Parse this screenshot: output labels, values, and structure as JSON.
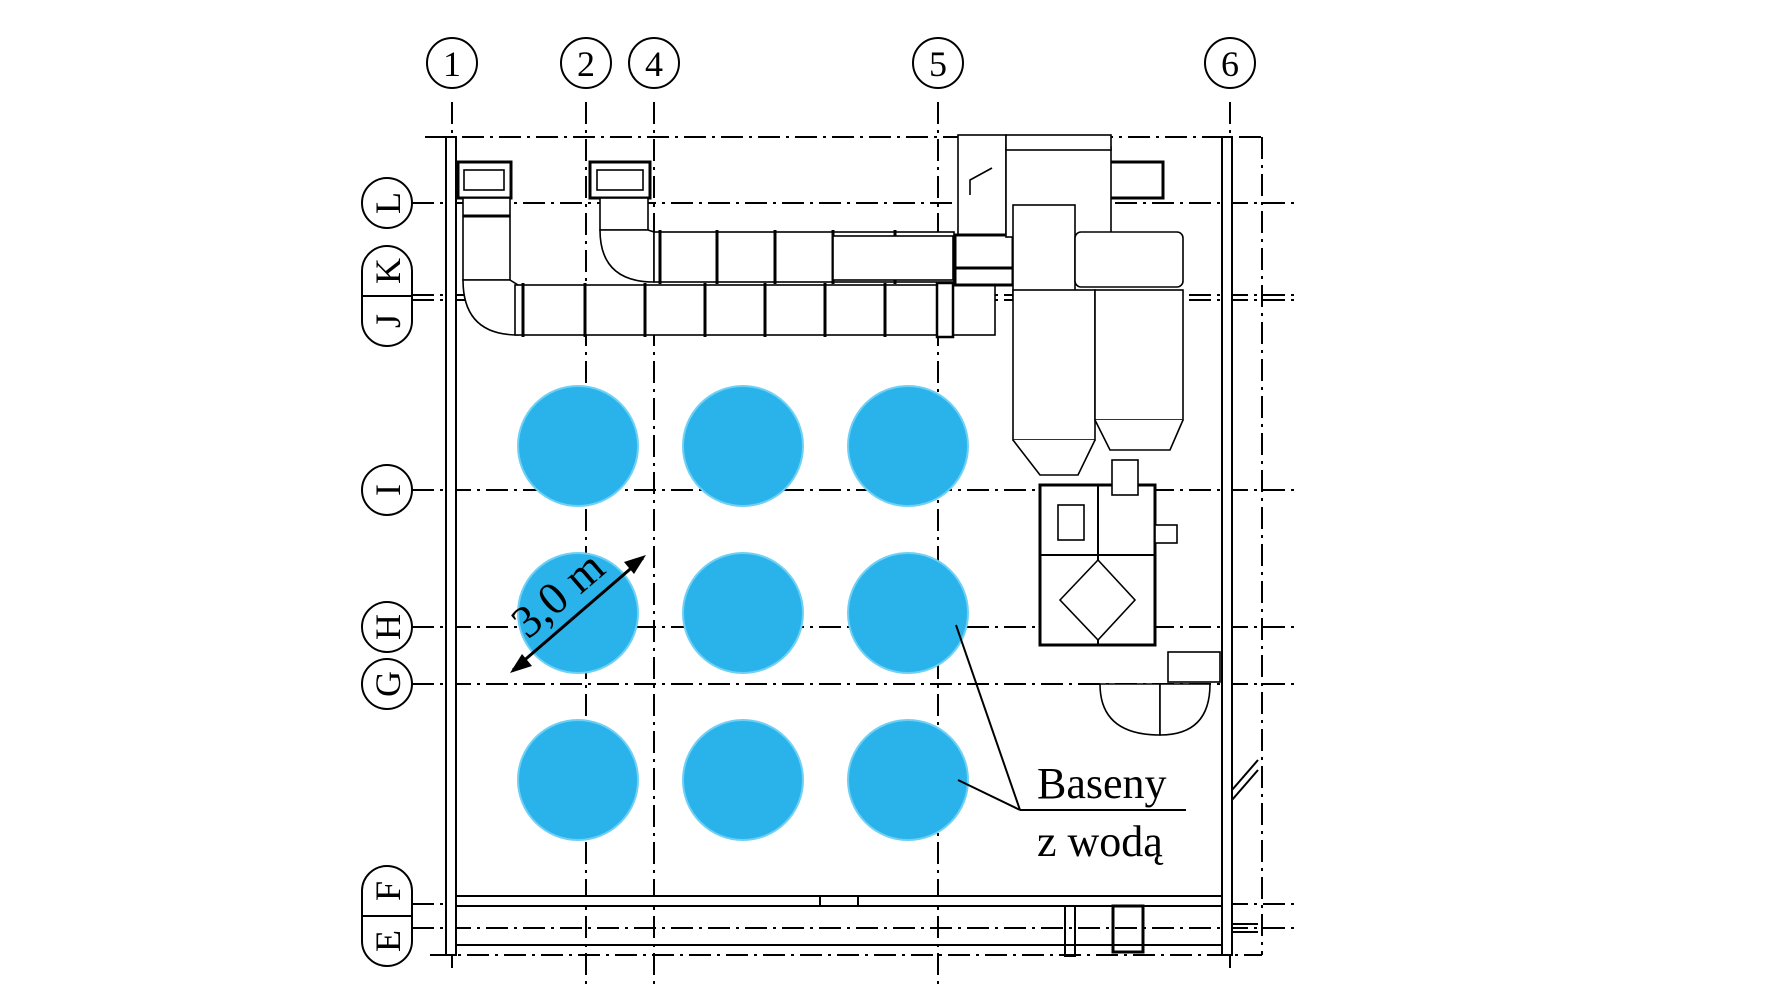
{
  "grid": {
    "columns": [
      "1",
      "2",
      "4",
      "5",
      "6"
    ],
    "rows_single": [
      "L",
      "I",
      "H",
      "G"
    ],
    "rows_pairs": [
      {
        "label": "K",
        "label2": "J"
      },
      {
        "label": "F",
        "label2": "E"
      }
    ]
  },
  "dimension": {
    "text": "3,0 m",
    "value": 3.0,
    "unit": "m"
  },
  "callout": {
    "line1": "Baseny",
    "line2": "z wodą"
  },
  "pools": {
    "count": 9,
    "arrangement": "3x3",
    "color": "#2ab3ea"
  },
  "colors": {
    "line": "#000000",
    "pool": "#2ab3ea",
    "pool_edge": "#6fd0f5",
    "background": "#ffffff"
  }
}
